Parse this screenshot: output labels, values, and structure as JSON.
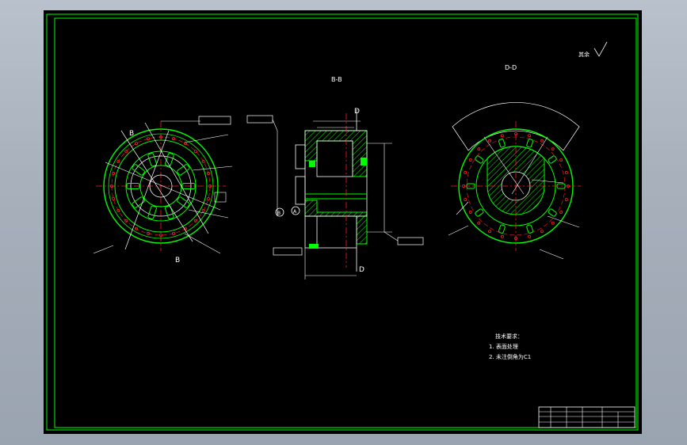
{
  "drawing": {
    "section_label_center": "B-B",
    "section_label_right": "D-D",
    "surface_finish_note": "其余",
    "view_label_B": "B",
    "view_label_D": "D",
    "datum_A": "A",
    "datum_B": "B",
    "tech_requirements_title": "技术要求：",
    "tech_req_1": "1. 表面处理",
    "tech_req_2": "2. 未注倒角为C1",
    "title_block_cells": [
      "",
      "",
      "",
      "",
      "",
      "",
      "",
      "",
      ""
    ]
  },
  "colors": {
    "background": "#000000",
    "border": "#00ff00",
    "outline": "#ffffff",
    "section_hatch": "#00ff00",
    "center_line": "#ff2020",
    "dimension": "#ffffff"
  }
}
